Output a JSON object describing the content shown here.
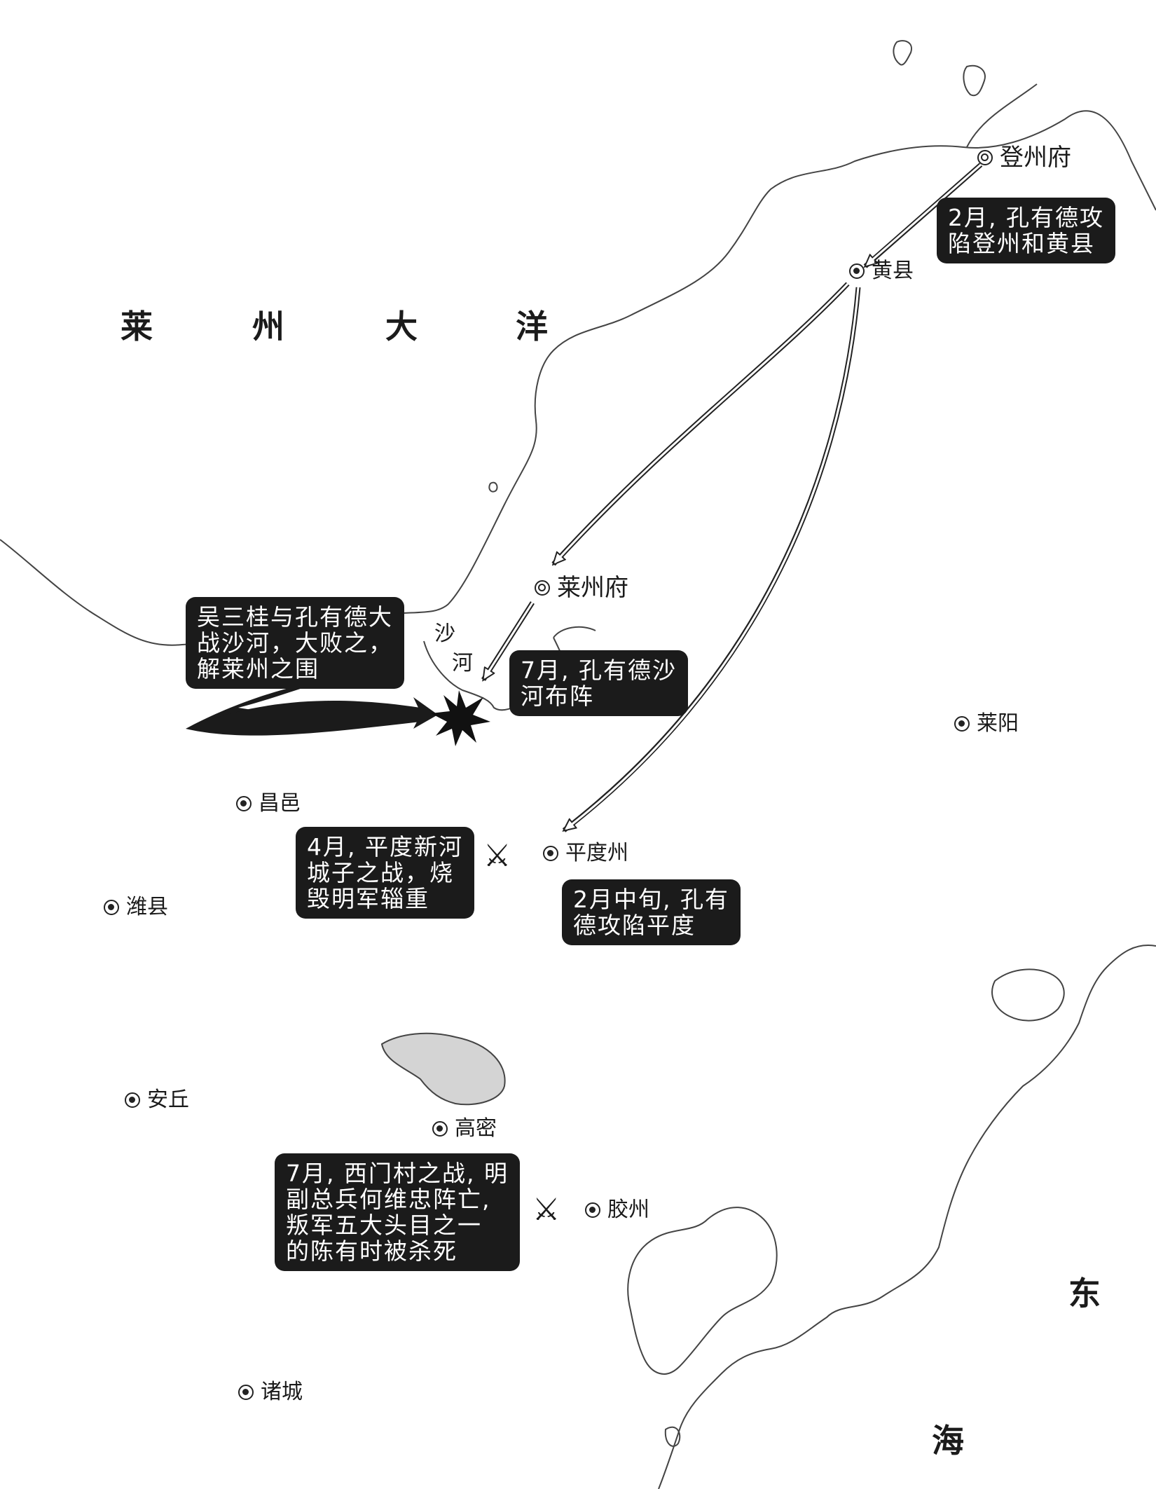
{
  "sea_labels": {
    "laizhou_sea": [
      "莱",
      "州",
      "大",
      "洋"
    ],
    "east_sea": [
      "东",
      "海"
    ]
  },
  "river": [
    "沙",
    "河"
  ],
  "cities": {
    "dengzhou": "登州府",
    "huangxian": "黄县",
    "laizhoufu": "莱州府",
    "laiyang": "莱阳",
    "changyi": "昌邑",
    "pingdu": "平度州",
    "weixian": "潍县",
    "anqiu": "安丘",
    "gaomi": "高密",
    "jiaozhou": "胶州",
    "zhucheng": "诸城"
  },
  "notes": {
    "dengzhou_attack": [
      "2月, 孔有德攻",
      "陷登州和黄县"
    ],
    "wusangui": [
      "吴三桂与孔有德大",
      "战沙河，大败之，",
      "解莱州之围"
    ],
    "shahe_array": [
      "7月, 孔有德沙",
      "河布阵"
    ],
    "pingdu_xinhe": [
      "4月, 平度新河",
      "城子之战，烧",
      "毁明军辎重"
    ],
    "pingdu_fall": [
      "2月中旬, 孔有",
      "德攻陷平度"
    ],
    "ximencun": [
      "7月, 西门村之战, 明",
      "副总兵何维忠阵亡,",
      "叛军五大头目之一",
      "的陈有时被杀死"
    ]
  },
  "icons": {
    "city_marker": "dot-in-circle",
    "prefecture_marker": "double-circle",
    "battle_marker": "crossed-swords-icon",
    "explosion": "battle-burst-icon"
  }
}
